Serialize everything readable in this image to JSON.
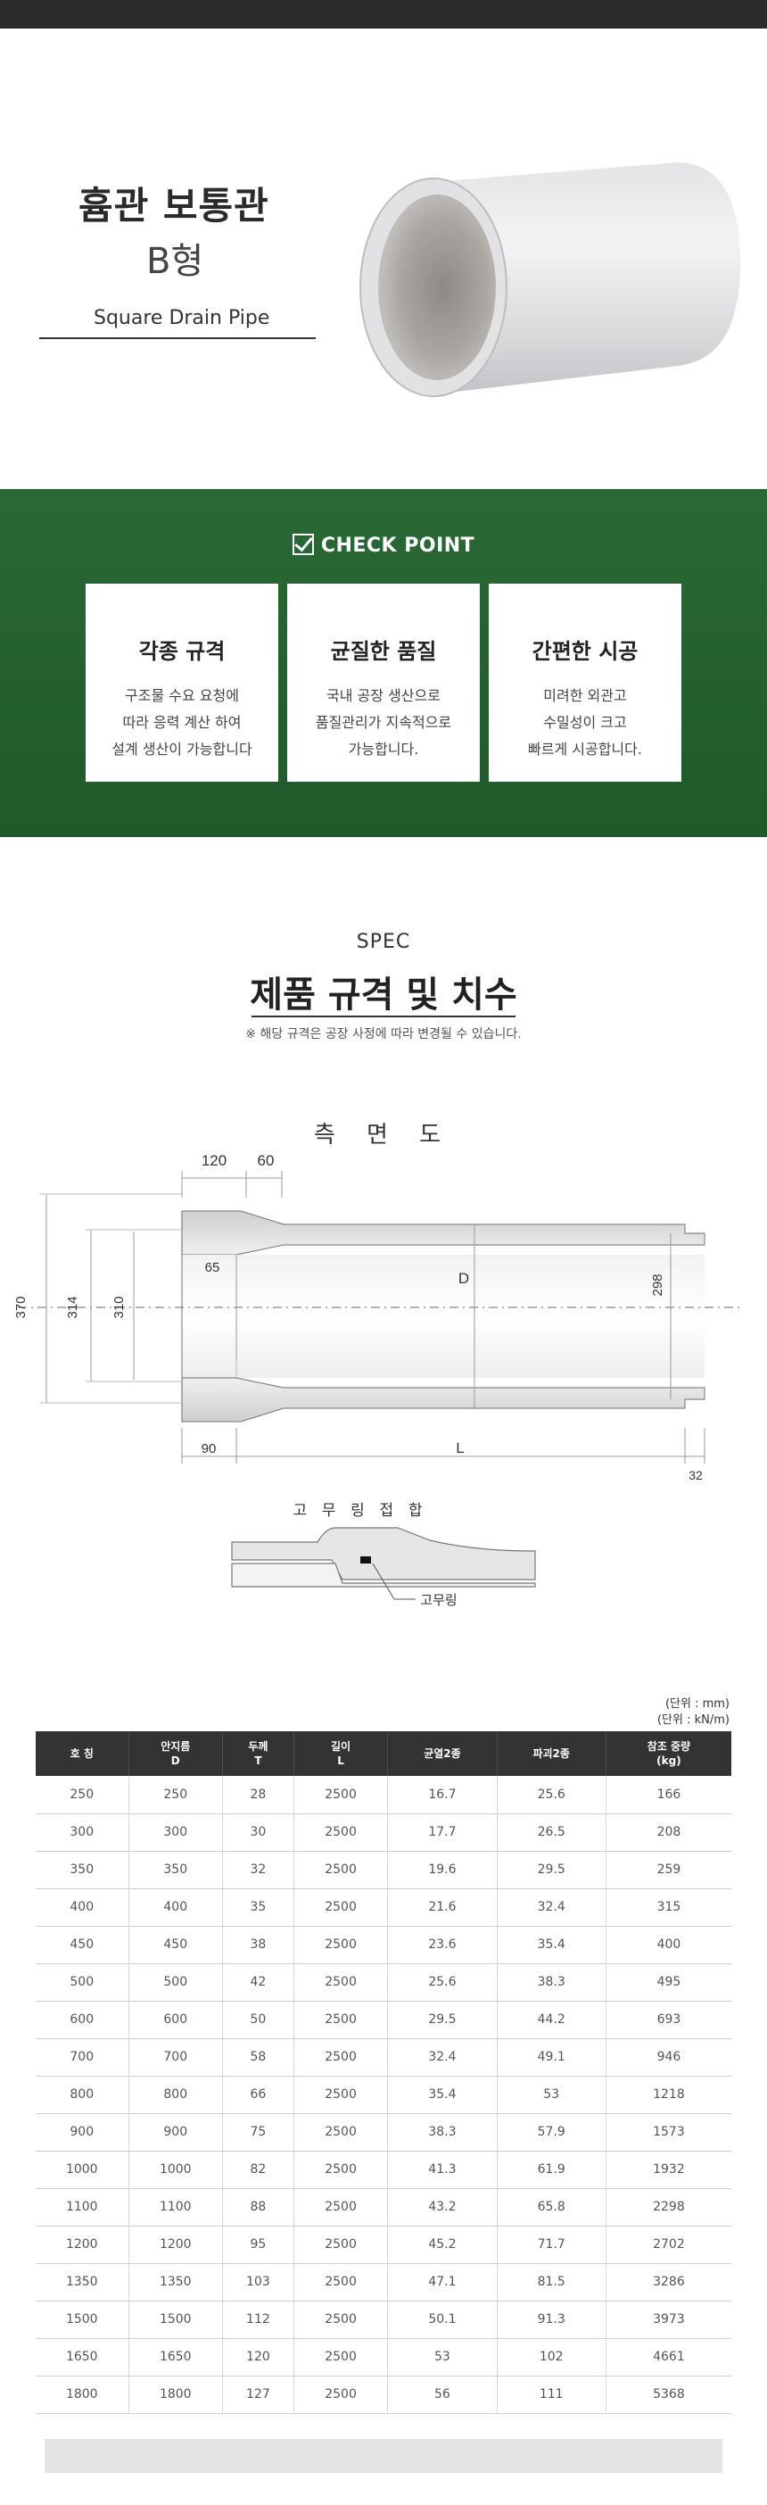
{
  "hero": {
    "title": "흄관 보통관",
    "subtitle": "B형",
    "english_name": "Square Drain Pipe"
  },
  "check_point": {
    "heading": "CHECK POINT",
    "icon": "checkbox-check-icon",
    "cards": [
      {
        "title": "각종 규격",
        "lines": [
          "구조물 수요 요청에",
          "따라 응력 계산 하여",
          "설계 생산이 가능합니다"
        ]
      },
      {
        "title": "균질한 품질",
        "lines": [
          "국내 공장 생산으로",
          "품질관리가 지속적으로",
          "가능합니다."
        ]
      },
      {
        "title": "간편한 시공",
        "lines": [
          "미려한 외관고",
          "수밀성이 크고",
          "빠르게 시공합니다."
        ]
      }
    ]
  },
  "spec": {
    "label": "SPEC",
    "title": "제품 규격 및 치수",
    "note": "※ 해당 규격은 공장 사정에 따라 변경될 수 있습니다."
  },
  "diagram": {
    "side_view_title": "측 면 도",
    "dims": {
      "top_120": "120",
      "top_60": "60",
      "d_370": "370",
      "d_314": "314",
      "d_310": "310",
      "d_65": "65",
      "d_D": "D",
      "d_298": "298",
      "bot_90": "90",
      "bot_L": "L",
      "bot_32": "32"
    },
    "joint_title": "고 무 링 접 합",
    "joint_label": "고무링"
  },
  "table": {
    "unit_mm": "(단위 : mm)",
    "unit_kn": "(단위 : kN/m)",
    "headers": [
      [
        "호 칭"
      ],
      [
        "안지름",
        "D"
      ],
      [
        "두께",
        "T"
      ],
      [
        "길이",
        "L"
      ],
      [
        "균열2종"
      ],
      [
        "파괴2종"
      ],
      [
        "참조 중량",
        "(kg)"
      ]
    ],
    "rows": [
      [
        "250",
        "250",
        "28",
        "2500",
        "16.7",
        "25.6",
        "166"
      ],
      [
        "300",
        "300",
        "30",
        "2500",
        "17.7",
        "26.5",
        "208"
      ],
      [
        "350",
        "350",
        "32",
        "2500",
        "19.6",
        "29.5",
        "259"
      ],
      [
        "400",
        "400",
        "35",
        "2500",
        "21.6",
        "32.4",
        "315"
      ],
      [
        "450",
        "450",
        "38",
        "2500",
        "23.6",
        "35.4",
        "400"
      ],
      [
        "500",
        "500",
        "42",
        "2500",
        "25.6",
        "38.3",
        "495"
      ],
      [
        "600",
        "600",
        "50",
        "2500",
        "29.5",
        "44.2",
        "693"
      ],
      [
        "700",
        "700",
        "58",
        "2500",
        "32.4",
        "49.1",
        "946"
      ],
      [
        "800",
        "800",
        "66",
        "2500",
        "35.4",
        "53",
        "1218"
      ],
      [
        "900",
        "900",
        "75",
        "2500",
        "38.3",
        "57.9",
        "1573"
      ],
      [
        "1000",
        "1000",
        "82",
        "2500",
        "41.3",
        "61.9",
        "1932"
      ],
      [
        "1100",
        "1100",
        "88",
        "2500",
        "43.2",
        "65.8",
        "2298"
      ],
      [
        "1200",
        "1200",
        "95",
        "2500",
        "45.2",
        "71.7",
        "2702"
      ],
      [
        "1350",
        "1350",
        "103",
        "2500",
        "47.1",
        "81.5",
        "3286"
      ],
      [
        "1500",
        "1500",
        "112",
        "2500",
        "50.1",
        "91.3",
        "3973"
      ],
      [
        "1650",
        "1650",
        "120",
        "2500",
        "53",
        "102",
        "4661"
      ],
      [
        "1800",
        "1800",
        "127",
        "2500",
        "56",
        "111",
        "5368"
      ]
    ]
  },
  "colors": {
    "green_band": "#24612f",
    "table_header": "#333333",
    "top_bar": "#2b2b2b"
  }
}
